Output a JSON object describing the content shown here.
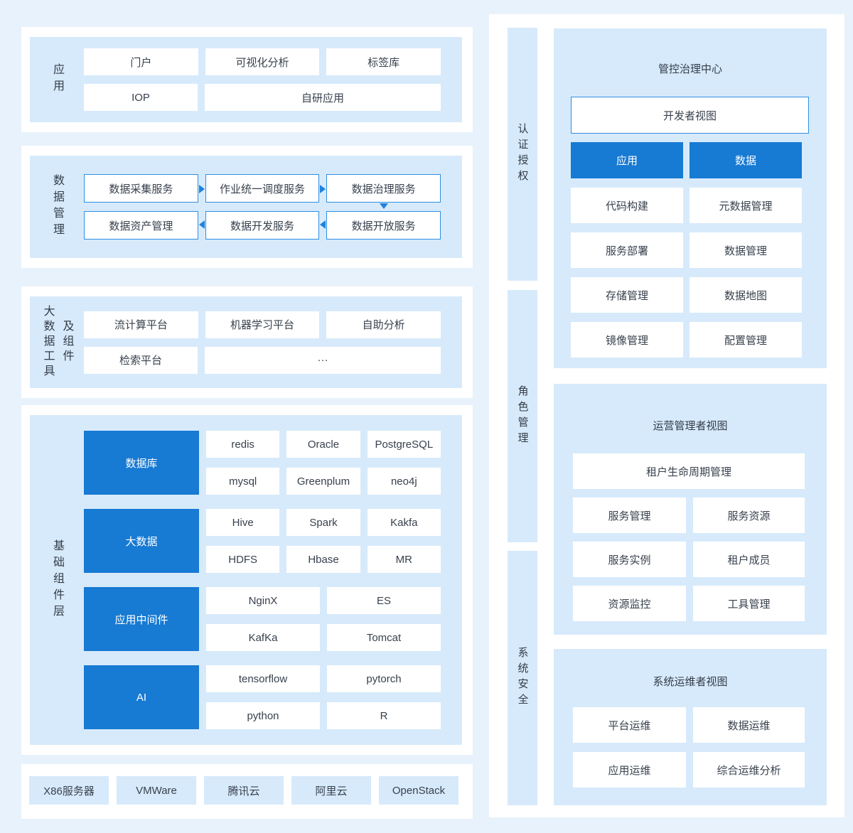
{
  "colors": {
    "page_bg": "#e8f2fc",
    "panel_white": "#ffffff",
    "panel_blue": "#d7eafb",
    "accent_blue": "#177ad3",
    "border_blue": "#2e8fe2",
    "text_dark": "#38414d"
  },
  "left": {
    "app": {
      "label": "应用",
      "row1": [
        "门户",
        "可视化分析",
        "标签库"
      ],
      "iop": "IOP",
      "wide": "自研应用"
    },
    "dm": {
      "label": "数据管理",
      "row1": [
        "数据采集服务",
        "作业统一调度服务",
        "数据治理服务"
      ],
      "row2": [
        "数据资产管理",
        "数据开发服务",
        "数据开放服务"
      ]
    },
    "bt": {
      "label_left": "大数据工具",
      "label_right": "及组件",
      "row1": [
        "流计算平台",
        "机器学习平台",
        "自助分析"
      ],
      "row2_small": "检索平台",
      "row2_wide": "···"
    },
    "bc": {
      "label": "基础组件层",
      "cats": [
        {
          "name": "数据库",
          "r1": [
            "redis",
            "Oracle",
            "PostgreSQL"
          ],
          "r2": [
            "mysql",
            "Greenplum",
            "neo4j"
          ]
        },
        {
          "name": "大数据",
          "r1": [
            "Hive",
            "Spark",
            "Kakfa"
          ],
          "r2": [
            "HDFS",
            "Hbase",
            "MR"
          ]
        },
        {
          "name": "应用中间件",
          "r1": [
            "NginX",
            "ES"
          ],
          "r2": [
            "KafKa",
            "Tomcat"
          ]
        },
        {
          "name": "AI",
          "r1": [
            "tensorflow",
            "pytorch"
          ],
          "r2": [
            "python",
            "R"
          ]
        }
      ]
    },
    "infra": {
      "items": [
        "X86服务器",
        "VMWare",
        "腾讯云",
        "阿里云",
        "OpenStack"
      ]
    }
  },
  "right": {
    "bars": [
      "认证授权",
      "角色管理",
      "系统安全"
    ],
    "governance": {
      "title": "管控治理中心",
      "view": "开发者视图",
      "tabs": [
        "应用",
        "数据"
      ],
      "rows": [
        [
          "代码构建",
          "元数据管理"
        ],
        [
          "服务部署",
          "数据管理"
        ],
        [
          "存储管理",
          "数据地图"
        ],
        [
          "镜像管理",
          "配置管理"
        ]
      ]
    },
    "operator": {
      "title": "运营管理者视图",
      "wide": "租户生命周期管理",
      "rows": [
        [
          "服务管理",
          "服务资源"
        ],
        [
          "服务实例",
          "租户成员"
        ],
        [
          "资源监控",
          "工具管理"
        ]
      ]
    },
    "maintainer": {
      "title": "系统运维者视图",
      "rows": [
        [
          "平台运维",
          "数据运维"
        ],
        [
          "应用运维",
          "综合运维分析"
        ]
      ]
    }
  }
}
